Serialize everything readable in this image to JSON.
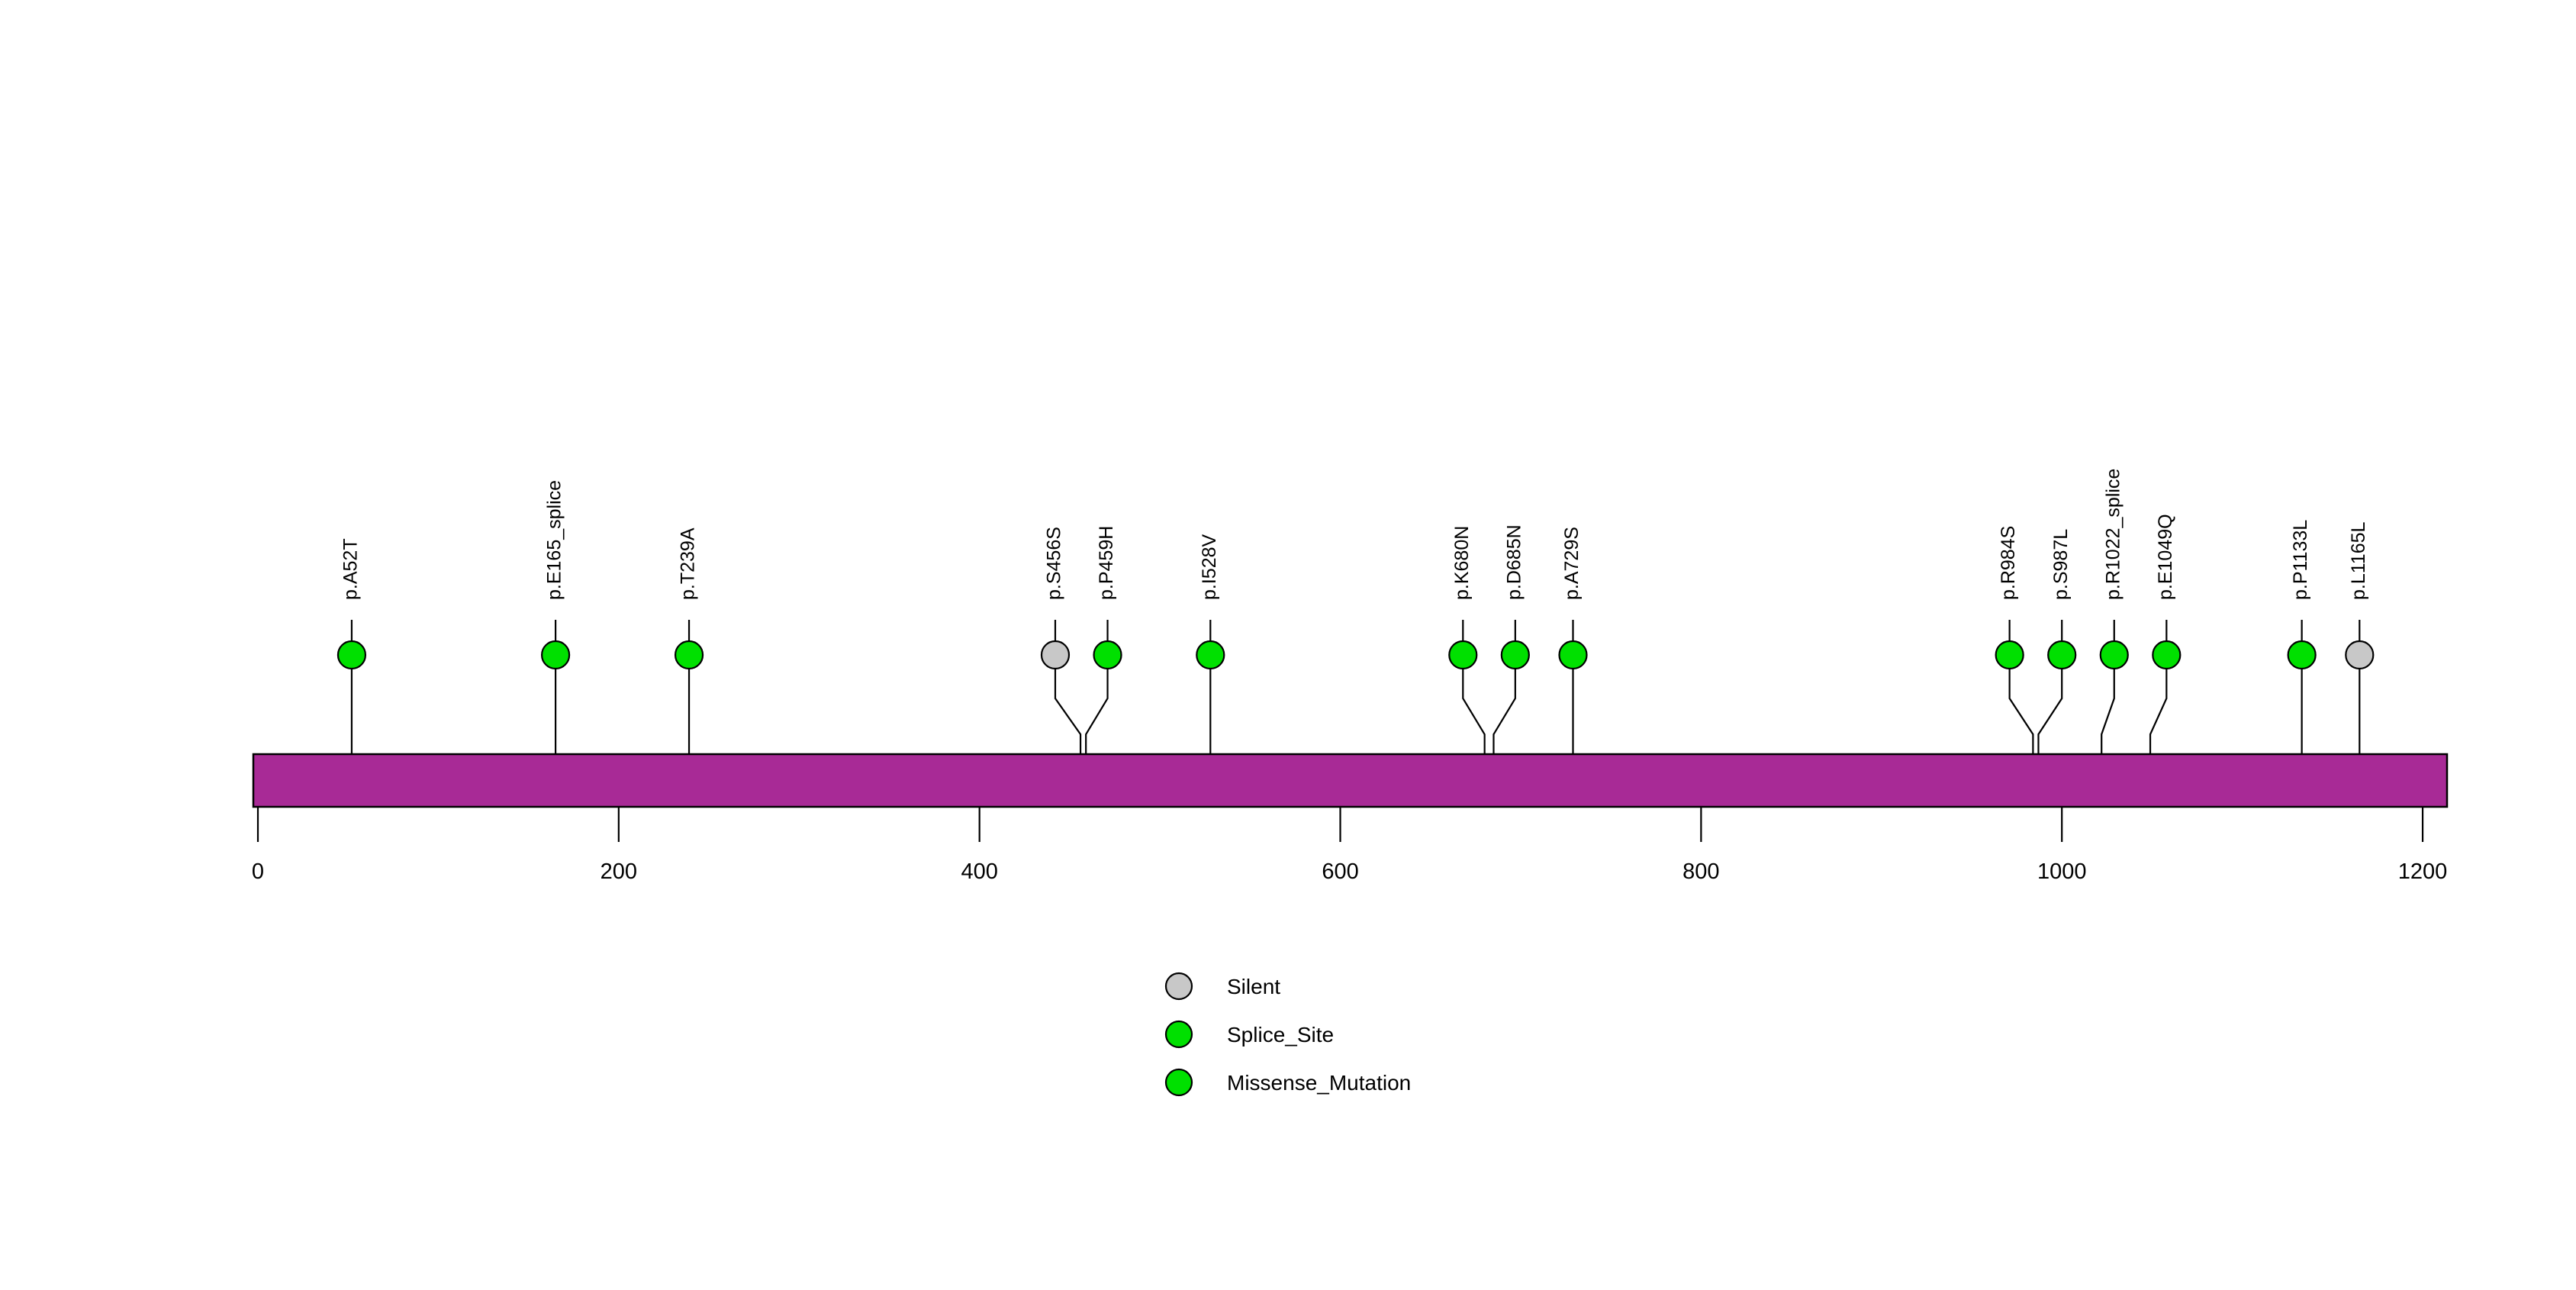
{
  "chart_data": {
    "type": "lollipop",
    "title": "",
    "xlabel": "",
    "ylabel": "",
    "xlim": [
      0,
      1212
    ],
    "grid": false,
    "protein_length": 1212,
    "axis": {
      "ticks": [
        0,
        200,
        400,
        600,
        800,
        1000,
        1200
      ],
      "tick_labels": [
        "0",
        "200",
        "400",
        "600",
        "800",
        "1000",
        "1200"
      ]
    },
    "domain_track": {
      "label": "",
      "color": "#A82A96",
      "start": 0,
      "end": 1212
    },
    "mutations": [
      {
        "label": "p.A52T",
        "position": 52,
        "type": "Missense_Mutation",
        "color": "#00E000",
        "label_x": 52
      },
      {
        "label": "p.E165_splice",
        "position": 165,
        "type": "Splice_Site",
        "color": "#00E000",
        "label_x": 165
      },
      {
        "label": "p.T239A",
        "position": 239,
        "type": "Missense_Mutation",
        "color": "#00E000",
        "label_x": 239
      },
      {
        "label": "p.S456S",
        "position": 456,
        "type": "Silent",
        "color": "#C8C8C8",
        "label_x": 442
      },
      {
        "label": "p.P459H",
        "position": 459,
        "type": "Missense_Mutation",
        "color": "#00E000",
        "label_x": 471
      },
      {
        "label": "p.I528V",
        "position": 528,
        "type": "Missense_Mutation",
        "color": "#00E000",
        "label_x": 528
      },
      {
        "label": "p.K680N",
        "position": 680,
        "type": "Missense_Mutation",
        "color": "#00E000",
        "label_x": 668
      },
      {
        "label": "p.D685N",
        "position": 685,
        "type": "Missense_Mutation",
        "color": "#00E000",
        "label_x": 697
      },
      {
        "label": "p.A729S",
        "position": 729,
        "type": "Missense_Mutation",
        "color": "#00E000",
        "label_x": 729
      },
      {
        "label": "p.R984S",
        "position": 984,
        "type": "Missense_Mutation",
        "color": "#00E000",
        "label_x": 971
      },
      {
        "label": "p.S987L",
        "position": 987,
        "type": "Missense_Mutation",
        "color": "#00E000",
        "label_x": 1000
      },
      {
        "label": "p.R1022_splice",
        "position": 1022,
        "type": "Splice_Site",
        "color": "#00E000",
        "label_x": 1029
      },
      {
        "label": "p.E1049Q",
        "position": 1049,
        "type": "Missense_Mutation",
        "color": "#00E000",
        "label_x": 1058
      },
      {
        "label": "p.P1133L",
        "position": 1133,
        "type": "Missense_Mutation",
        "color": "#00E000",
        "label_x": 1133
      },
      {
        "label": "p.L1165L",
        "position": 1165,
        "type": "Silent",
        "color": "#C8C8C8",
        "label_x": 1165
      }
    ],
    "legend": {
      "position": "bottom-center",
      "entries": [
        {
          "label": "Silent",
          "color": "#C8C8C8"
        },
        {
          "label": "Splice_Site",
          "color": "#00E000"
        },
        {
          "label": "Missense_Mutation",
          "color": "#00E000"
        }
      ]
    },
    "colors": {
      "domain": "#A82A96",
      "silent": "#C8C8C8",
      "splice_site": "#00E000",
      "missense": "#00E000",
      "outline": "#000000",
      "background": "#FFFFFF"
    }
  }
}
